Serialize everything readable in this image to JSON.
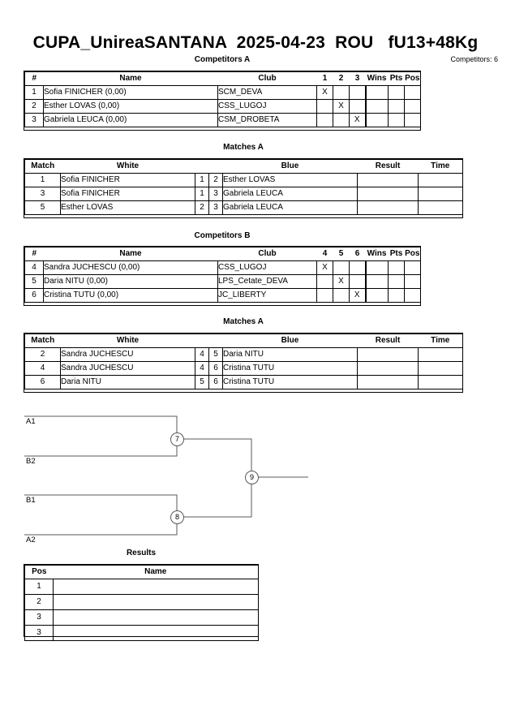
{
  "header": {
    "title": "CUPA_UnireaSANTANA  2025-04-23  ROU   fU13+48Kg",
    "competitors_label": "Competitors: 6"
  },
  "sections": {
    "competitors_a_caption": "Competitors A",
    "matches_a1_caption": "Matches A",
    "competitors_b_caption": "Competitors B",
    "matches_a2_caption": "Matches A",
    "results_caption": "Results"
  },
  "competitors_a": {
    "headers": {
      "num": "#",
      "name": "Name",
      "club": "Club",
      "p1": "1",
      "p2": "2",
      "p3": "3",
      "wins": "Wins",
      "pts": "Pts",
      "pos": "Pos"
    },
    "rows": [
      {
        "num": "1",
        "name": "Sofia FINICHER  (0,00)",
        "club": "SCM_DEVA",
        "m1": "X",
        "m2": "",
        "m3": "",
        "wins": "",
        "pts": "",
        "pos": ""
      },
      {
        "num": "2",
        "name": "Esther LOVAS  (0,00)",
        "club": "CSS_LUGOJ",
        "m1": "",
        "m2": "X",
        "m3": "",
        "wins": "",
        "pts": "",
        "pos": ""
      },
      {
        "num": "3",
        "name": "Gabriela LEUCA  (0,00)",
        "club": "CSM_DROBETA",
        "m1": "",
        "m2": "",
        "m3": "X",
        "wins": "",
        "pts": "",
        "pos": ""
      }
    ]
  },
  "matches_a1": {
    "headers": {
      "match": "Match",
      "white": "White",
      "blue": "Blue",
      "result": "Result",
      "time": "Time"
    },
    "rows": [
      {
        "match": "1",
        "white": "Sofia FINICHER",
        "wnum": "1",
        "bnum": "2",
        "blue": "Esther LOVAS",
        "result": "",
        "time": ""
      },
      {
        "match": "3",
        "white": "Sofia FINICHER",
        "wnum": "1",
        "bnum": "3",
        "blue": "Gabriela LEUCA",
        "result": "",
        "time": ""
      },
      {
        "match": "5",
        "white": "Esther LOVAS",
        "wnum": "2",
        "bnum": "3",
        "blue": "Gabriela LEUCA",
        "result": "",
        "time": ""
      }
    ]
  },
  "competitors_b": {
    "headers": {
      "num": "#",
      "name": "Name",
      "club": "Club",
      "p1": "4",
      "p2": "5",
      "p3": "6",
      "wins": "Wins",
      "pts": "Pts",
      "pos": "Pos"
    },
    "rows": [
      {
        "num": "4",
        "name": "Sandra JUCHESCU  (0,00)",
        "club": "CSS_LUGOJ",
        "m1": "X",
        "m2": "",
        "m3": "",
        "wins": "",
        "pts": "",
        "pos": ""
      },
      {
        "num": "5",
        "name": "Daria NITU  (0,00)",
        "club": "LPS_Cetate_DEVA",
        "m1": "",
        "m2": "X",
        "m3": "",
        "wins": "",
        "pts": "",
        "pos": ""
      },
      {
        "num": "6",
        "name": "Cristina TUTU  (0,00)",
        "club": "JC_LIBERTY",
        "m1": "",
        "m2": "",
        "m3": "X",
        "wins": "",
        "pts": "",
        "pos": ""
      }
    ]
  },
  "matches_a2": {
    "headers": {
      "match": "Match",
      "white": "White",
      "blue": "Blue",
      "result": "Result",
      "time": "Time"
    },
    "rows": [
      {
        "match": "2",
        "white": "Sandra JUCHESCU",
        "wnum": "4",
        "bnum": "5",
        "blue": "Daria NITU",
        "result": "",
        "time": ""
      },
      {
        "match": "4",
        "white": "Sandra JUCHESCU",
        "wnum": "4",
        "bnum": "6",
        "blue": "Cristina TUTU",
        "result": "",
        "time": ""
      },
      {
        "match": "6",
        "white": "Daria NITU",
        "wnum": "5",
        "bnum": "6",
        "blue": "Cristina TUTU",
        "result": "",
        "time": ""
      }
    ]
  },
  "bracket": {
    "labels": [
      {
        "text": "A1"
      },
      {
        "text": "B2"
      },
      {
        "text": "B1"
      },
      {
        "text": "A2"
      }
    ],
    "nodes": [
      {
        "text": "7"
      },
      {
        "text": "8"
      },
      {
        "text": "9"
      }
    ]
  },
  "results": {
    "headers": {
      "pos": "Pos",
      "name": "Name"
    },
    "rows": [
      {
        "pos": "1",
        "name": ""
      },
      {
        "pos": "2",
        "name": ""
      },
      {
        "pos": "3",
        "name": ""
      },
      {
        "pos": "3",
        "name": ""
      }
    ]
  }
}
